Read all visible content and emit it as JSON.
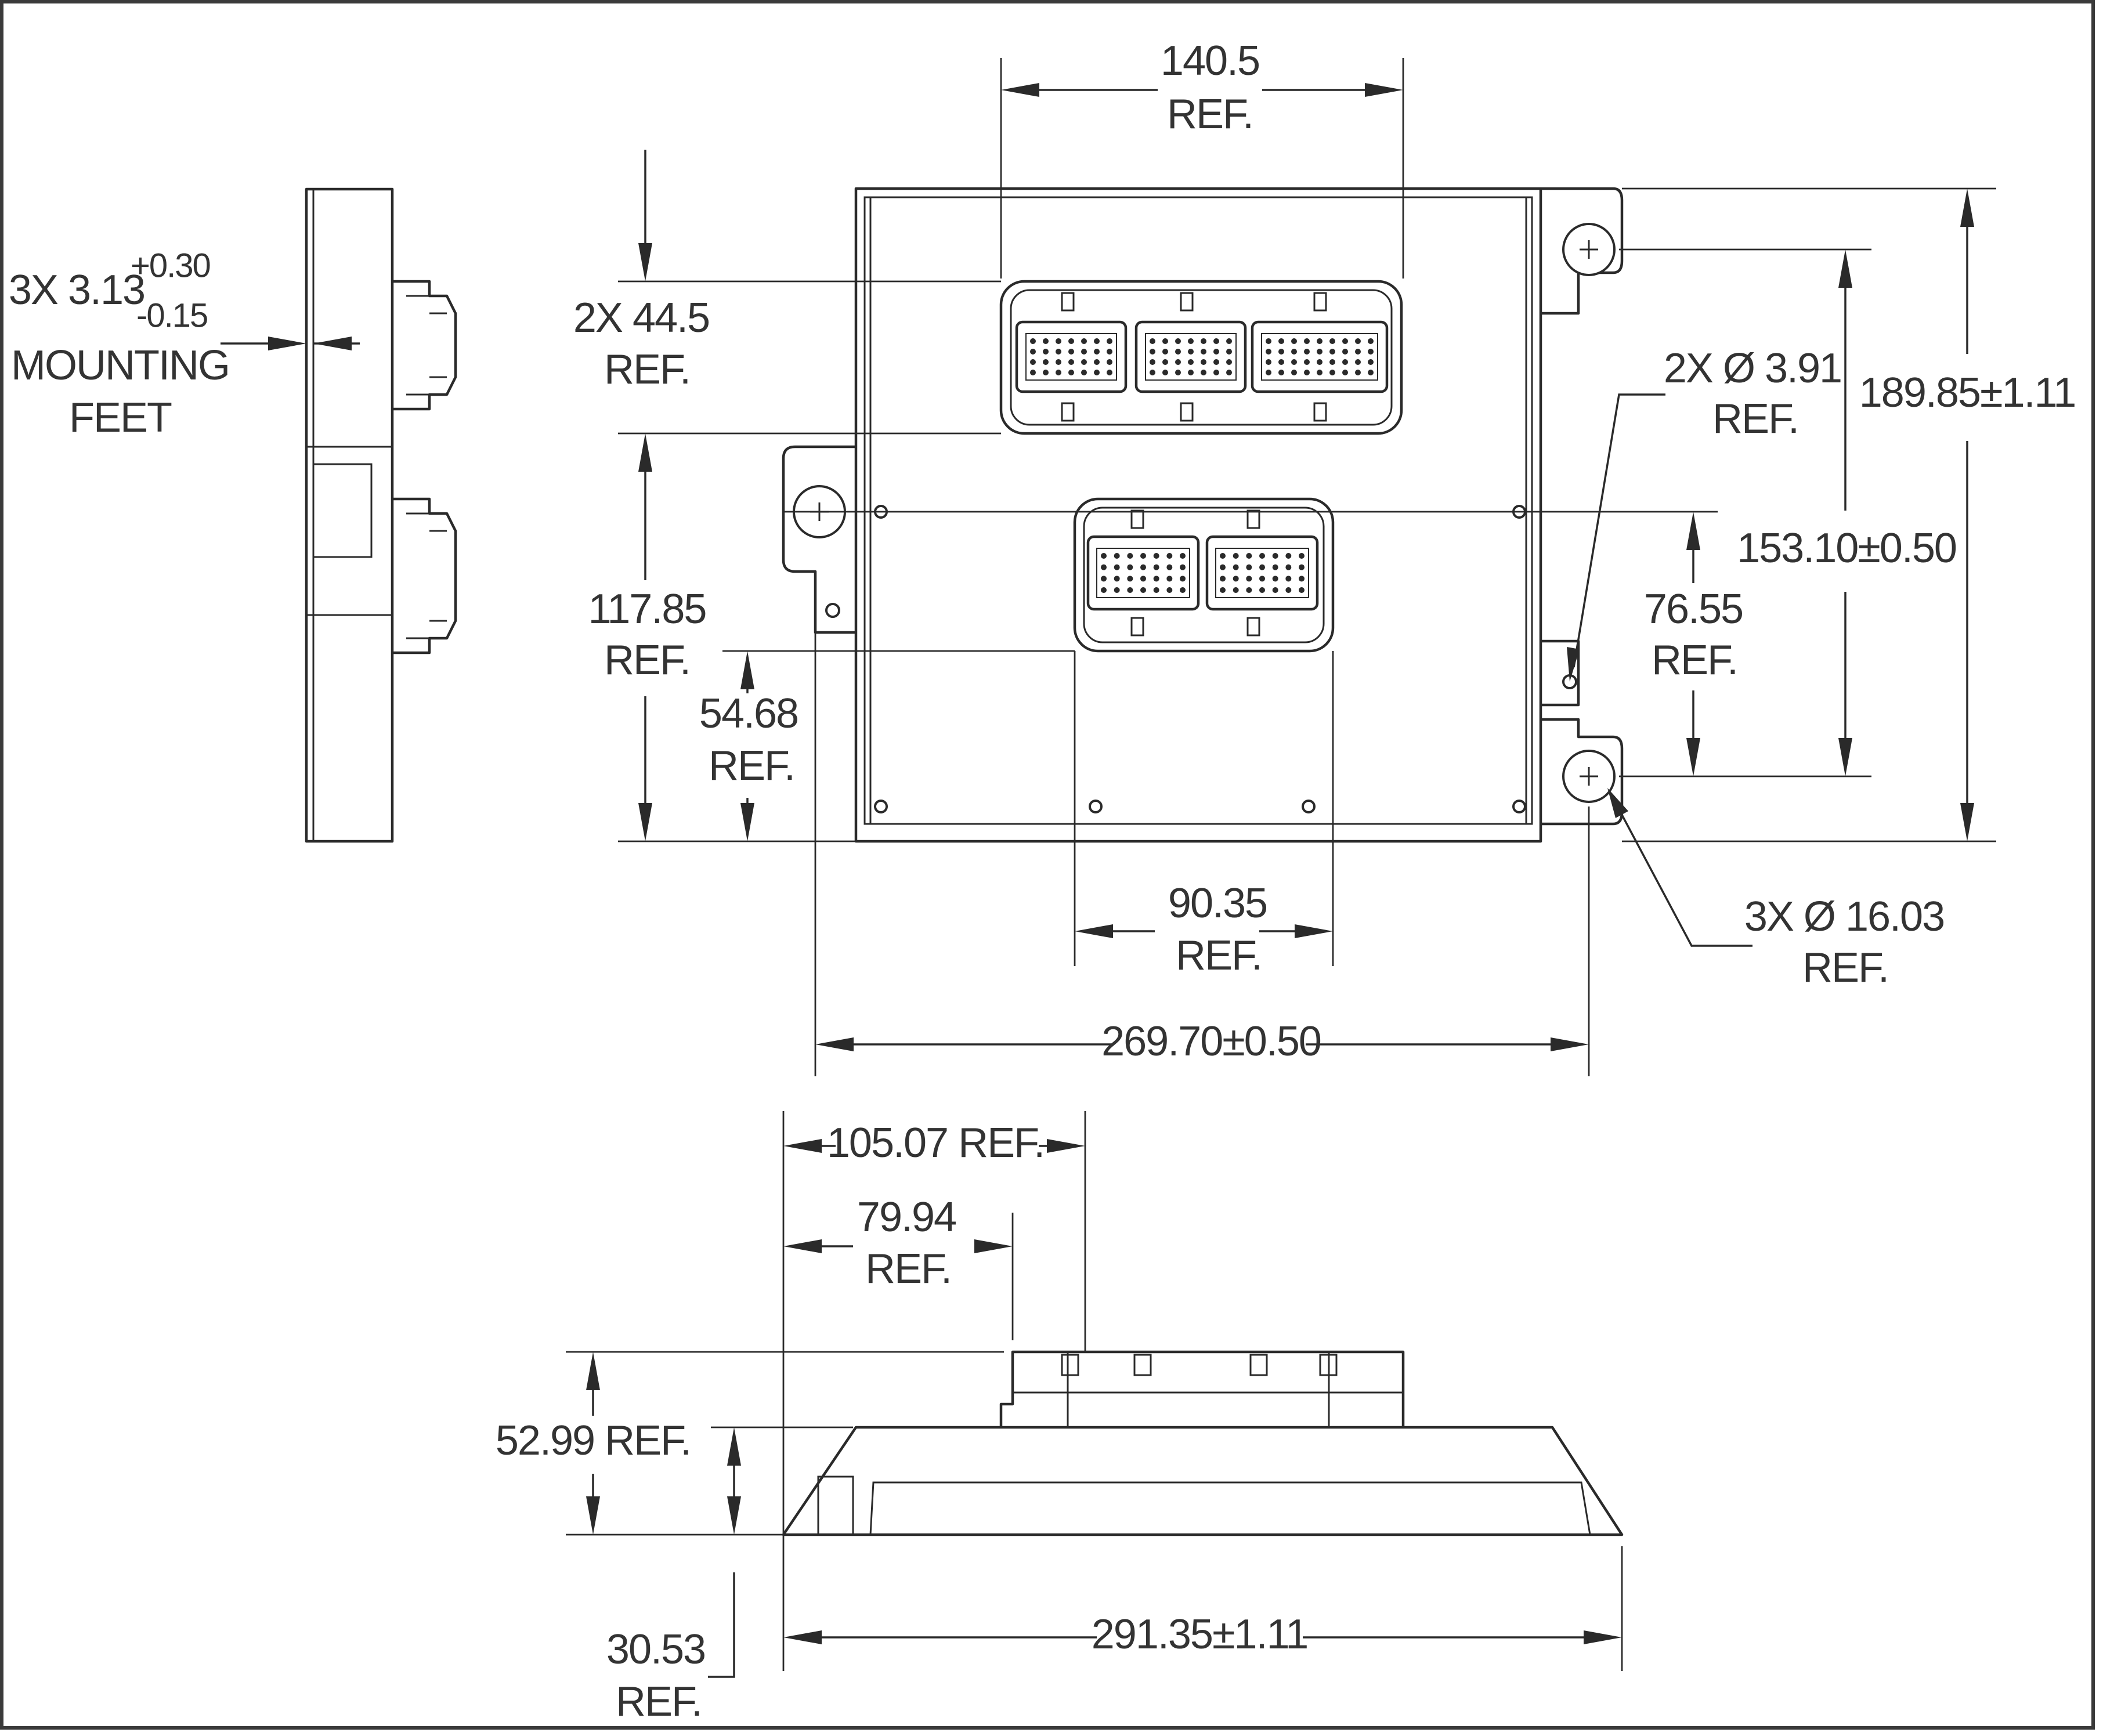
{
  "drawing": {
    "dimensions": {
      "top_connector_width": {
        "value": "140.5",
        "note": "REF."
      },
      "mounting_feet": {
        "prefix": "3X 3.13",
        "tol_plus": "+0.30",
        "tol_minus": "-0.15",
        "label_1": "MOUNTING",
        "label_2": "FEET"
      },
      "connector_height": {
        "value": "2X 44.5",
        "note": "REF."
      },
      "small_hole": {
        "value": "2X Ø 3.91",
        "note": "REF."
      },
      "overall_height": {
        "value": "189.85±1.11"
      },
      "hole_spacing_vertical": {
        "value": "153.10±0.50"
      },
      "connector_offset_117": {
        "value": "117.85",
        "note": "REF."
      },
      "connector_center_76": {
        "value": "76.55",
        "note": "REF."
      },
      "connector_bottom_54": {
        "value": "54.68",
        "note": "REF."
      },
      "lower_connector_width": {
        "value": "90.35",
        "note": "REF."
      },
      "large_hole": {
        "value": "3X Ø 16.03",
        "note": "REF."
      },
      "hole_spacing_horizontal": {
        "value": "269.70±0.50"
      },
      "side_offset_105": {
        "value": "105.07 REF."
      },
      "side_offset_79": {
        "value": "79.94",
        "note": "REF."
      },
      "overall_depth": {
        "value": "52.99 REF."
      },
      "base_depth": {
        "value": "30.53",
        "note": "REF."
      },
      "overall_length": {
        "value": "291.35±1.11"
      }
    }
  }
}
